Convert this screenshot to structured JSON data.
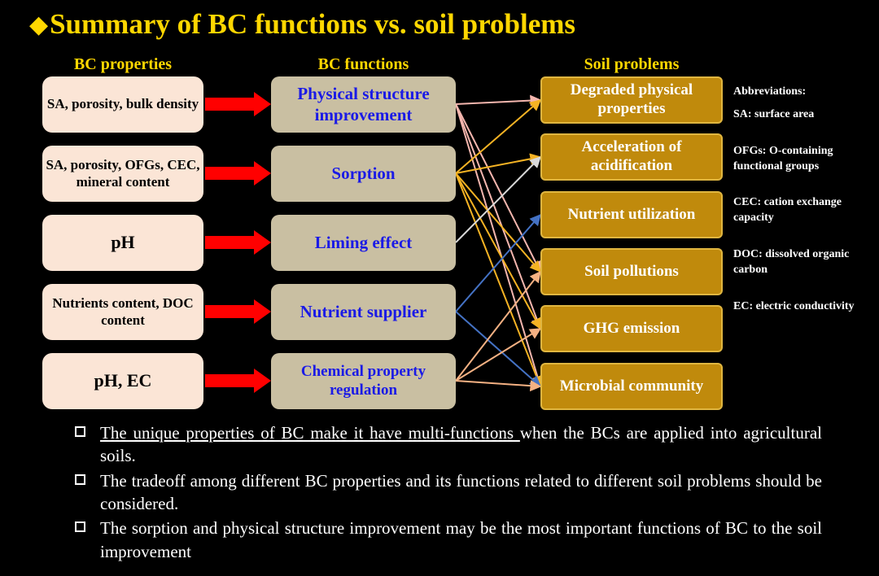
{
  "title": "Summary of BC functions vs. soil problems",
  "headers": {
    "properties": "BC properties",
    "functions": "BC functions",
    "problems": "Soil problems"
  },
  "properties": [
    "SA, porosity, bulk density",
    "SA, porosity, OFGs, CEC, mineral content",
    "pH",
    "Nutrients content, DOC content",
    "pH, EC"
  ],
  "functions": [
    "Physical structure improvement",
    "Sorption",
    "Liming effect",
    "Nutrient supplier",
    "Chemical property regulation"
  ],
  "problems": [
    "Degraded physical properties",
    "Acceleration of acidification",
    "Nutrient utilization",
    "Soil pollutions",
    "GHG emission",
    "Microbial community"
  ],
  "abbreviations": {
    "heading": "Abbreviations:",
    "items": [
      "SA: surface area",
      "OFGs: O-containing functional groups",
      "CEC: cation exchange capacity",
      "DOC: dissolved organic carbon",
      "EC: electric conductivity"
    ]
  },
  "bullets": [
    {
      "underlined": "The unique properties of BC make it have multi-functions ",
      "rest": "when the BCs are applied into agricultural soils."
    },
    {
      "underlined": "",
      "rest": "The tradeoff among different BC properties and its functions related to different soil problems should be considered."
    },
    {
      "underlined": "",
      "rest": "The sorption and physical structure improvement may be the most important functions of BC to the soil improvement"
    }
  ],
  "connections": [
    {
      "from": 0,
      "to": [
        0,
        3,
        4,
        5
      ],
      "color": "#F4B6AE"
    },
    {
      "from": 1,
      "to": [
        0,
        1,
        3,
        4,
        5
      ],
      "color": "#F5B324"
    },
    {
      "from": 2,
      "to": [
        1
      ],
      "color": "#D9D9D9"
    },
    {
      "from": 3,
      "to": [
        2,
        5
      ],
      "color": "#4472C4"
    },
    {
      "from": 4,
      "to": [
        3,
        4,
        5
      ],
      "color": "#F4B183"
    }
  ],
  "colors": {
    "title": "#FFD700",
    "property_box": "#FBE5D6",
    "function_box": "#C9BFA2",
    "function_text": "#1A1AE6",
    "problem_box": "#C08A0C",
    "arrow": "#FF0000"
  }
}
